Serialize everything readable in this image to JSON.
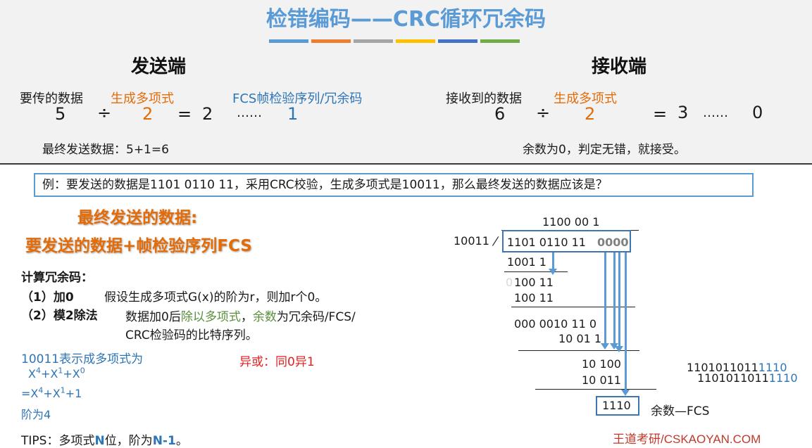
{
  "title": "检错编码——CRC循环冗余码",
  "color_bars": [
    "#5b9bd5",
    "#ed7d31",
    "#a5a5a5",
    "#ffc000",
    "#4472c4",
    "#70ad47"
  ],
  "sender": {
    "heading": "发送端",
    "label_data": "要传的数据",
    "label_poly": "生成多项式",
    "label_fcs": "FCS帧检验序列/冗余码",
    "num_data": "5",
    "div_sign": "÷",
    "num_poly": "2",
    "eq_sign": "=",
    "quotient": "2",
    "dots": "……",
    "remainder": "1",
    "final": "最终发送数据：5+1=6"
  },
  "receiver": {
    "heading": "接收端",
    "label_data": "接收到的数据",
    "label_poly": "生成多项式",
    "num_data": "6",
    "div_sign": "÷",
    "num_poly": "2",
    "eq_sign": "=",
    "quotient": "3",
    "dots": "……",
    "remainder": "0",
    "conclusion": "余数为0，判定无错，就接受。"
  },
  "example": "例：要发送的数据是1101 0110 11，采用CRC校验，生成多项式是10011，那么最终发送的数据应该是？",
  "final_formula": {
    "line1": "最终发送的数据:",
    "line2": "要发送的数据+帧检验序列FCS"
  },
  "calc": {
    "heading": "计算冗余码：",
    "step1_label": "（1）加0",
    "step1_text": "假设生成多项式G(x)的阶为r，则加r个0。",
    "step2_label": "（2）模2除法",
    "step2_a": "数据加0后",
    "step2_b": "除以多项式",
    "step2_c": "，",
    "step2_d": "余数",
    "step2_e": "为冗余码/FCS/",
    "step2_line2": "CRC检验码的比特序列。"
  },
  "poly": {
    "line1": "10011表示成多项式为",
    "line2_a": "X",
    "line2_b": "4",
    "line2_c": "+X",
    "line2_d": "1",
    "line2_e": "+X",
    "line2_f": "0",
    "line3_a": "=X",
    "line3_b": "4",
    "line3_c": "+X",
    "line3_d": "1",
    "line3_e": "+1",
    "line4": "阶为4"
  },
  "xor_note": "异或：同0异1",
  "tips": {
    "a": "TIPS：多项式",
    "b": "N",
    "c": "位，阶为",
    "d": "N-1",
    "e": "。"
  },
  "division": {
    "quotient": "1100 00 1",
    "divisor": "10011",
    "dividend": "1101 0110 11",
    "zeros": "0000",
    "r1": "1001 1",
    "r2_faded": "0",
    "r2": "100 11",
    "r3": "100 11",
    "r4": "000 0010 11  0",
    "r5": "10 01 1",
    "r6": "10 100",
    "r7": "10 011",
    "remainder": "1110",
    "remainder_label": "余数—FCS"
  },
  "result": {
    "line1_a": "1101011011",
    "line1_b": "1110",
    "line2_a": "1101011011",
    "line2_b": "1110"
  },
  "watermark": "王道考研/CSKAOYAN.COM"
}
